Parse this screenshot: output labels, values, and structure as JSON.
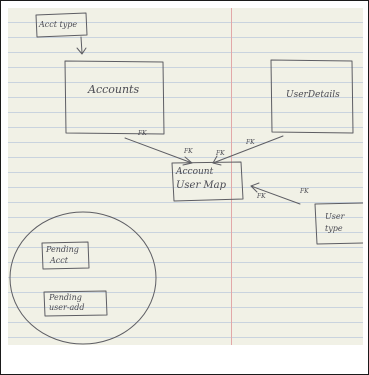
{
  "colors": {
    "paper": "#f1f1e6",
    "ruled_line": "#c9d3de",
    "margin_line": "#e2a8a8",
    "pencil": "#5d5d63",
    "frame": "#1a1a1a"
  },
  "nodes": {
    "acct_type": "Acct type",
    "accounts": "Accounts",
    "user_details": "UserDetails",
    "account_user_map_line1": "Account",
    "account_user_map_line2": "User Map",
    "user_type_line1": "User",
    "user_type_line2": "type",
    "pending_acct_line1": "Pending",
    "pending_acct_line2": "Acct",
    "pending_user_add_line1": "Pending",
    "pending_user_add_line2": "user-add"
  },
  "fk_labels": {
    "accounts_side": "FK",
    "map_left": "FK",
    "map_mid": "FK",
    "user_details_side": "FK",
    "user_type_side": "FK",
    "map_right": "FK"
  }
}
